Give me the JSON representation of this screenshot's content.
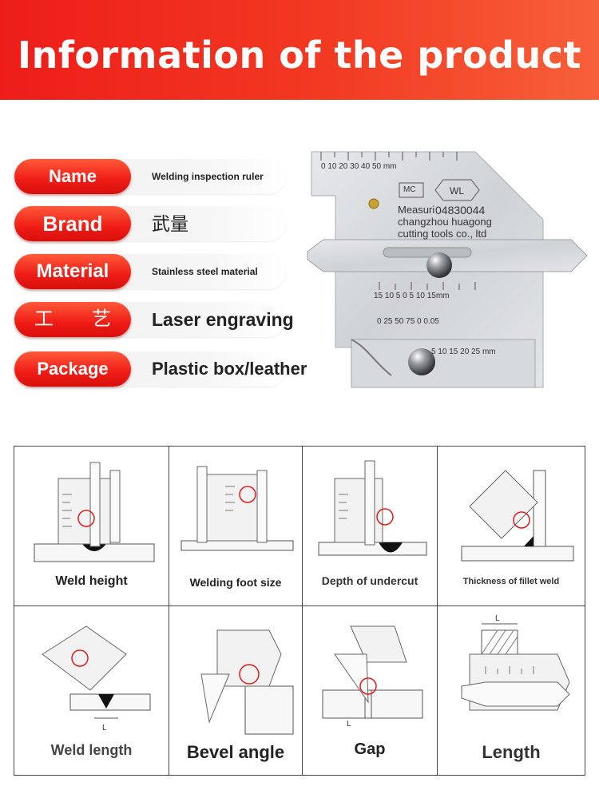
{
  "banner": {
    "title": "Information of the product"
  },
  "specs": [
    {
      "label": "Name",
      "value": "Welding inspection ruler"
    },
    {
      "label": "Brand",
      "value": "武量"
    },
    {
      "label": "Material",
      "value": "Stainless steel material"
    },
    {
      "label": "工　　艺",
      "value": "Laser engraving"
    },
    {
      "label": "Package",
      "value": "Plastic box/leather"
    }
  ],
  "ruler": {
    "top_scale": "0   10   20   30   40   50 mm",
    "logo_left": "MC",
    "logo_right": "WL",
    "line1": "Measuri",
    "serial": "04830044",
    "maker_line1": "changzhou huagong",
    "maker_line2": "cutting tools co., ltd",
    "mid_scale": "15  10   5   0   5  10  15mm",
    "fine_scale": "0   25  50  75   0  0.05",
    "low_scale": "5  10  15  20  25 mm"
  },
  "uses": [
    {
      "caption": "Weld height"
    },
    {
      "caption": "Welding foot size"
    },
    {
      "caption": "Depth of undercut"
    },
    {
      "caption": "Thickness of fillet weld"
    },
    {
      "caption": "Weld length"
    },
    {
      "caption": "Bevel angle"
    },
    {
      "caption": "Gap"
    },
    {
      "caption": "Length"
    }
  ],
  "diagram_labels": {
    "length_mark": "L"
  },
  "colors": {
    "accent": "#ef1c16",
    "banner_end": "#f7603a",
    "steel": "#d9dcdf"
  }
}
